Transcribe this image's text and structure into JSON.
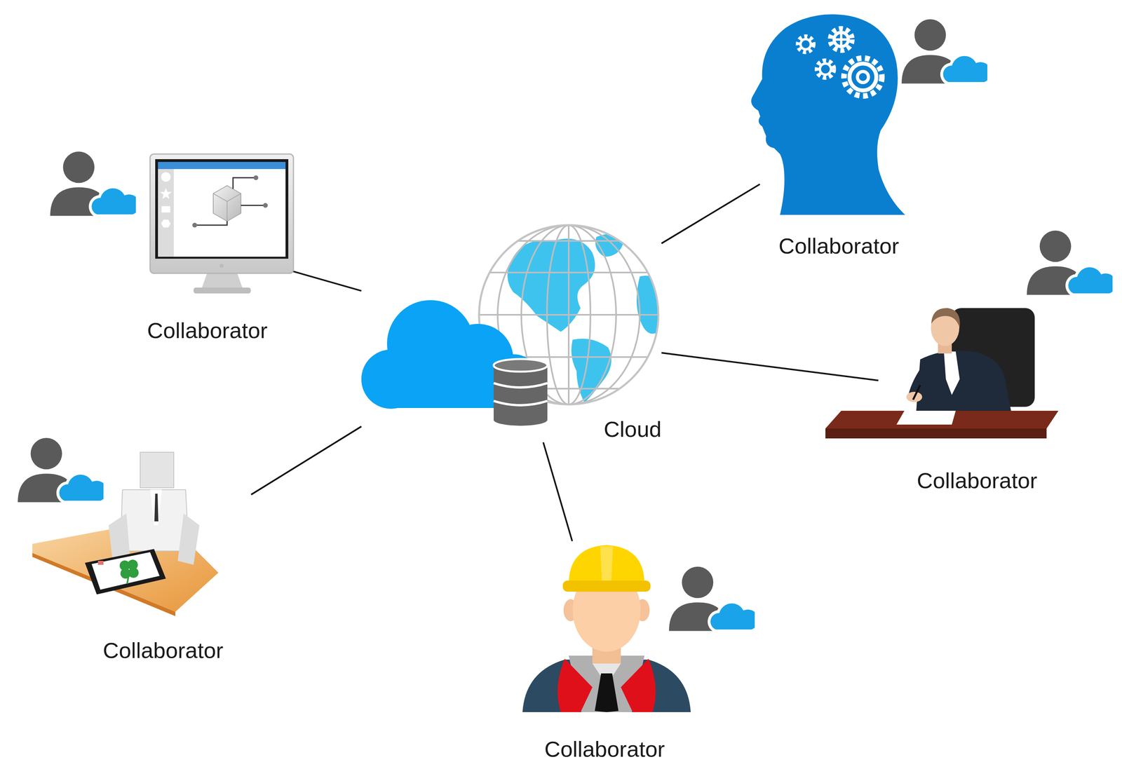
{
  "diagram": {
    "nodes": [
      {
        "text": [
          "Collaborator"
        ]
      },
      {
        "text": [
          "Collaborator"
        ]
      },
      {
        "text": [
          "Cloud"
        ]
      },
      {
        "text": [
          "Collaborator"
        ]
      },
      {
        "text": [
          "Collaborator"
        ]
      },
      {
        "text": [
          "Collaborator"
        ]
      }
    ],
    "edges": [
      {
        "from": 2,
        "to": 0,
        "arrow": "none"
      },
      {
        "from": 2,
        "to": 1,
        "arrow": "none"
      },
      {
        "from": 2,
        "to": 3,
        "arrow": "none"
      },
      {
        "from": 2,
        "to": 4,
        "arrow": "none"
      },
      {
        "from": 2,
        "to": 5,
        "arrow": "none"
      }
    ]
  }
}
